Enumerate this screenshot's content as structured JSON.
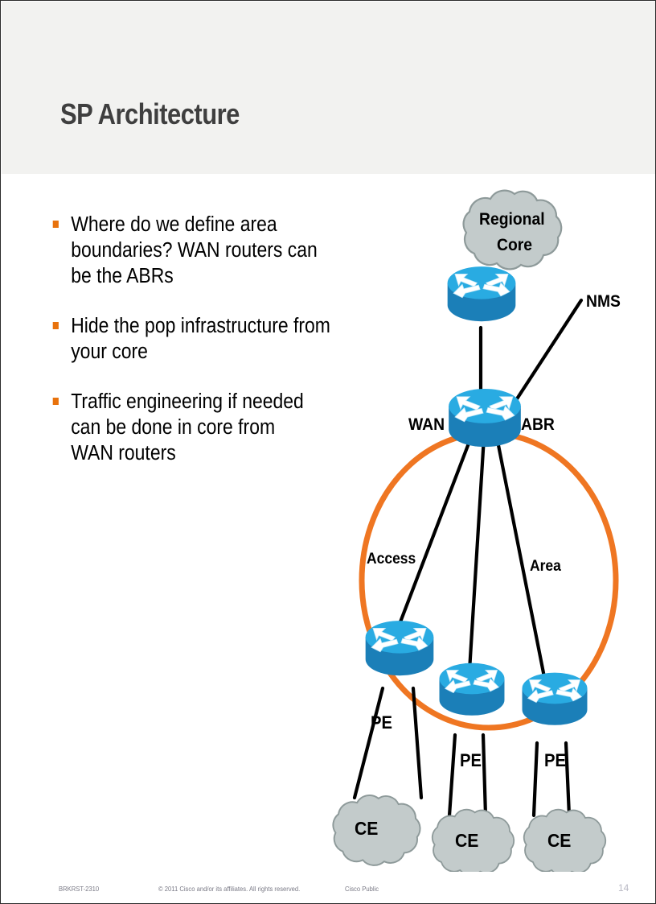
{
  "slide": {
    "title": "SP Architecture",
    "bullets": [
      "Where do we define area boundaries? WAN routers can be the ABRs",
      "Hide the pop infrastructure from your core",
      "Traffic engineering if needed can be done in core from WAN routers"
    ]
  },
  "diagram": {
    "labels": {
      "regional_core": "Regional Core",
      "regional_core_line1": "Regional",
      "regional_core_line2": "Core",
      "nms": "NMS",
      "wan": "WAN",
      "abr": "ABR",
      "access": "Access",
      "area": "Area",
      "pe1": "PE",
      "pe2": "PE",
      "pe3": "PE",
      "ce1": "CE",
      "ce2": "CE",
      "ce3": "CE"
    },
    "nodes": [
      {
        "id": "regional-core-cloud",
        "type": "cloud",
        "label": "Regional Core"
      },
      {
        "id": "core-router",
        "type": "router",
        "label": ""
      },
      {
        "id": "wan-abr-router",
        "type": "router",
        "label": "WAN / ABR"
      },
      {
        "id": "pe-router-1",
        "type": "router",
        "label": "PE"
      },
      {
        "id": "pe-router-2",
        "type": "router",
        "label": "PE"
      },
      {
        "id": "pe-router-3",
        "type": "router",
        "label": "PE"
      },
      {
        "id": "ce-cloud-1",
        "type": "cloud",
        "label": "CE"
      },
      {
        "id": "ce-cloud-2",
        "type": "cloud",
        "label": "CE"
      },
      {
        "id": "ce-cloud-3",
        "type": "cloud",
        "label": "CE"
      }
    ],
    "colors": {
      "area_circle": "#ef7622",
      "router_top": "#29abe2",
      "router_body": "#1b7fb8",
      "cloud_fill": "#c3cbcb",
      "cloud_stroke": "#8e9a9a",
      "link": "#000000",
      "bullet_marker": "#e8720c",
      "title": "#3f3f3f"
    }
  },
  "footer": {
    "session_code": "BRKRST-2310",
    "copyright": "© 2011 Cisco and/or its affiliates. All rights reserved.",
    "classification": "Cisco Public",
    "page_number": "14"
  }
}
